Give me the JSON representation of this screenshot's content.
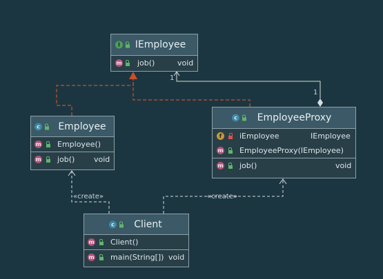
{
  "classes": {
    "iemployee": {
      "name": "IEmployee",
      "kind_icon": "interface-icon",
      "members": [
        {
          "name": "job()",
          "type": "void",
          "icon": "method-icon"
        }
      ]
    },
    "employee": {
      "name": "Employee",
      "kind_icon": "class-icon",
      "constructors": [
        {
          "name": "Employee()",
          "icon": "method-icon"
        }
      ],
      "members": [
        {
          "name": "job()",
          "type": "void",
          "icon": "method-icon"
        }
      ]
    },
    "employee_proxy": {
      "name": "EmployeeProxy",
      "kind_icon": "class-icon",
      "fields": [
        {
          "name": "iEmployee",
          "type": "IEmployee",
          "icon": "field-icon"
        }
      ],
      "constructors": [
        {
          "name": "EmployeeProxy(IEmployee)",
          "icon": "method-icon"
        }
      ],
      "members": [
        {
          "name": "job()",
          "type": "void",
          "icon": "method-icon"
        }
      ]
    },
    "client": {
      "name": "Client",
      "kind_icon": "class-icon",
      "constructors": [
        {
          "name": "Client()",
          "icon": "method-icon"
        }
      ],
      "members": [
        {
          "name": "main(String[])",
          "type": "void",
          "icon": "method-icon"
        }
      ]
    }
  },
  "relations": {
    "aggregation_source_multiplicity": "1",
    "aggregation_target_multiplicity": "1",
    "create_label_employee": "«create»",
    "create_label_proxy": "«create»"
  },
  "colors": {
    "background": "#1c3641",
    "realization": "#c8502a",
    "dependency": "#d6dde0",
    "aggregation": "#d6dde0"
  }
}
